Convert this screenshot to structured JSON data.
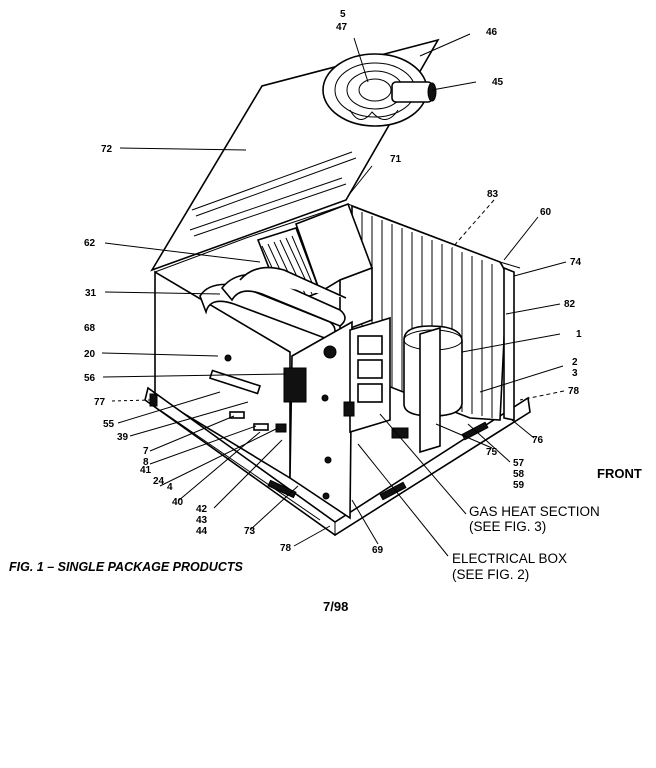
{
  "labels": {
    "l5": "5",
    "l47": "47",
    "l46": "46",
    "l45": "45",
    "l72": "72",
    "l71": "71",
    "l83": "83",
    "l60": "60",
    "l62": "62",
    "l74": "74",
    "l31": "31",
    "l82": "82",
    "l68": "68",
    "l1": "1",
    "l20": "20",
    "l2": "2",
    "l3": "3",
    "l56": "56",
    "l78a": "78",
    "l77": "77",
    "l55": "55",
    "l39": "39",
    "l76": "76",
    "l7": "7",
    "l8": "8",
    "l41": "41",
    "l24": "24",
    "l4": "4",
    "l40": "40",
    "l75": "75",
    "l57": "57",
    "l58": "58",
    "l59": "59",
    "l42": "42",
    "l43": "43",
    "l44": "44",
    "l73": "73",
    "l78b": "78",
    "l69": "69"
  },
  "callouts": {
    "gas_heat_line1": "GAS HEAT SECTION",
    "gas_heat_line2": "(SEE FIG. 3)",
    "electrical_line1": "ELECTRICAL BOX",
    "electrical_line2": "(SEE FIG. 2)"
  },
  "front_label": "FRONT",
  "figure_title": "FIG. 1 – SINGLE PACKAGE PRODUCTS",
  "date_code": "7/98"
}
